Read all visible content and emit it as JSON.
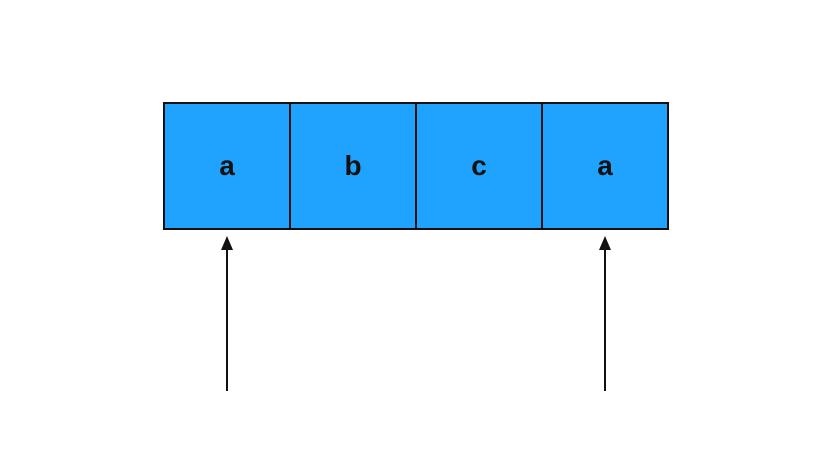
{
  "array": {
    "cells": [
      "a",
      "b",
      "c",
      "a"
    ],
    "cell_color": "#1FA3FF",
    "border_color": "#111111"
  },
  "pointers": {
    "targets": [
      0,
      3
    ],
    "color": "#111111"
  }
}
